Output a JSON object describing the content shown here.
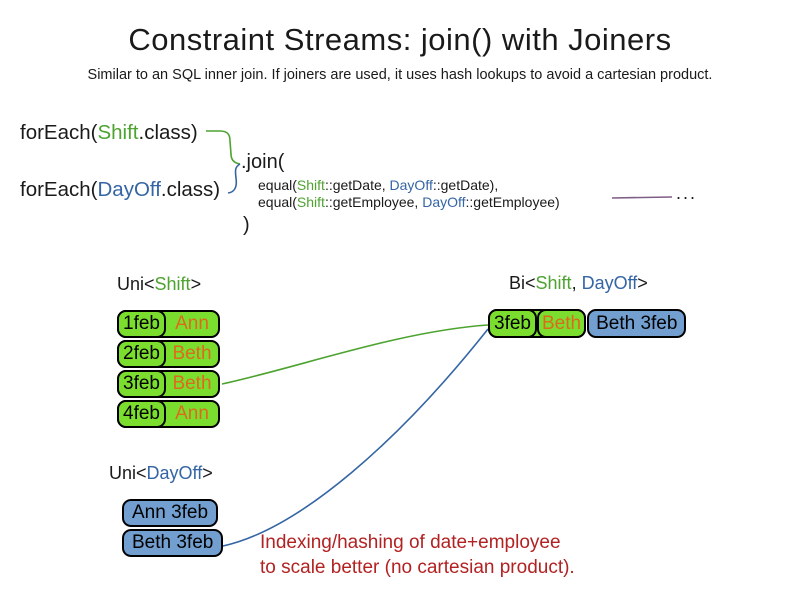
{
  "title": "Constraint Streams: join() with Joiners",
  "subtitle": "Similar to an SQL inner join. If joiners are used, it uses hash lookups to avoid a cartesian product.",
  "code": {
    "foreach_shift": {
      "prefix": "forEach(",
      "cls": "Shift",
      "suffix": ".class)"
    },
    "foreach_dayoff": {
      "prefix": "forEach(",
      "cls": "DayOff",
      "suffix": ".class)"
    },
    "join_open": ".join(",
    "equal_date": {
      "fn": "equal(",
      "a": "Shift",
      "a_rest": "::getDate, ",
      "b": "DayOff",
      "b_rest": "::getDate),"
    },
    "equal_employee": {
      "fn": "equal(",
      "a": "Shift",
      "a_rest": "::getEmployee, ",
      "b": "DayOff",
      "b_rest": "::getEmployee)"
    },
    "join_close": ")",
    "ellipsis": "..."
  },
  "labels": {
    "uni_shift": {
      "prefix": "Uni<",
      "type": "Shift",
      "suffix": ">"
    },
    "bi": {
      "prefix": "Bi<",
      "type_a": "Shift",
      "sep": ", ",
      "type_b": "DayOff",
      "suffix": ">"
    },
    "uni_dayoff": {
      "prefix": "Uni<",
      "type": "DayOff",
      "suffix": ">"
    }
  },
  "shift_table": {
    "rows": [
      {
        "date": "1feb",
        "employee": "Ann"
      },
      {
        "date": "2feb",
        "employee": "Beth"
      },
      {
        "date": "3feb",
        "employee": "Beth"
      },
      {
        "date": "4feb",
        "employee": "Ann"
      }
    ]
  },
  "dayoff_table": {
    "rows": [
      {
        "pair": "Ann 3feb"
      },
      {
        "pair": "Beth 3feb"
      }
    ]
  },
  "bi_row": {
    "date": "3feb",
    "employee": "Beth",
    "dayoff": "Beth 3feb"
  },
  "note": {
    "line1": "Indexing/hashing of date+employee",
    "line2": "to scale better (no cartesian product)."
  },
  "colors": {
    "shift-green": "#4DA32F",
    "dayoff-blue": "#3465A4",
    "cell-green": "#7BDE2F",
    "cell-blue": "#729FCF",
    "employee-orange": "#DD6B1D",
    "note-red": "#B22222",
    "joiner-purple": "#7E5E86",
    "text-black": "#1A1A1A"
  }
}
